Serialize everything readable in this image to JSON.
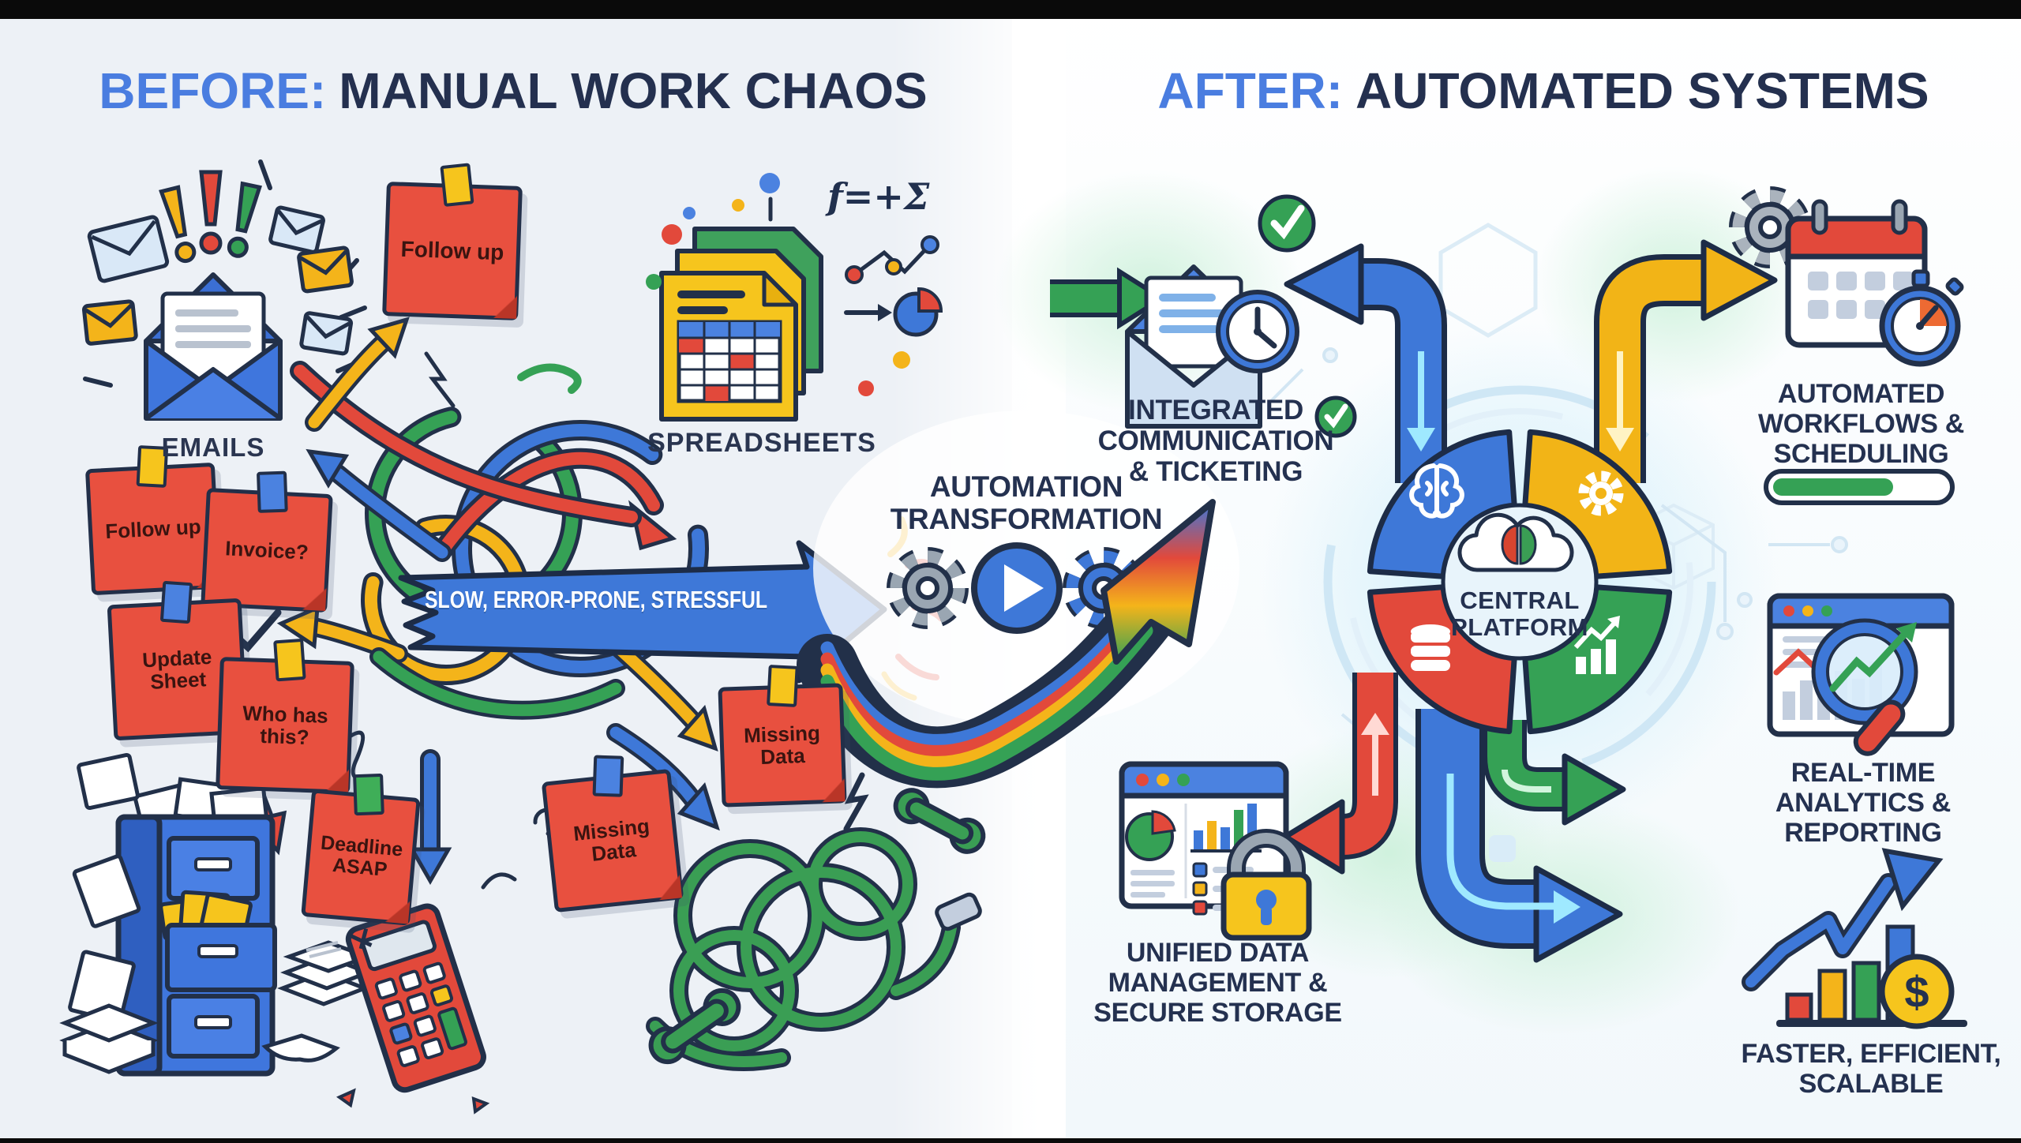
{
  "titles": {
    "before_prefix": "BEFORE:",
    "before_main": "MANUAL WORK CHAOS",
    "after_prefix": "AFTER:",
    "after_main": "AUTOMATED SYSTEMS"
  },
  "left": {
    "emails_label": "EMAILS",
    "spreadsheets_label": "SPREADSHEETS",
    "formula_text": "f=+Σ",
    "banner_text": "SLOW, ERROR-PRONE, STRESSFUL",
    "notes": {
      "follow_up_top": "Follow up",
      "follow_up": "Follow up",
      "invoice": "Invoice?",
      "update_sheet": "Update Sheet",
      "who_has_this": "Who has this?",
      "deadline": "Deadline ASAP",
      "missing_data_a": "Missing Data",
      "missing_data_b": "Missing Data"
    }
  },
  "middle": {
    "transformation_label": "AUTOMATION TRANSFORMATION"
  },
  "right": {
    "hub_label": "CENTRAL PLATFORM",
    "features": {
      "communication": "INTEGRATED COMMUNICATION & TICKETING",
      "workflows": "AUTOMATED WORKFLOWS & SCHEDULING",
      "analytics": "REAL-TIME ANALYTICS & REPORTING",
      "data": "UNIFIED DATA MANAGEMENT & SECURE STORAGE",
      "faster": "FASTER, EFFICIENT, SCALABLE"
    },
    "dollar_symbol": "$"
  },
  "icons": {
    "open-envelope-icon": "✉",
    "envelope-icon": "✉",
    "exclamation-icon": "!",
    "spreadsheet-stack-icon": "▦",
    "pie-chart-icon": "◔",
    "gear-icon": "⚙",
    "play-icon": "▶",
    "rainbow-arrow-icon": "➜",
    "clock-icon": "🕒",
    "check-icon": "✓",
    "calendar-icon": "▦",
    "stopwatch-icon": "⏱",
    "progress-bar-icon": "▬",
    "brain-icon": "🧠",
    "database-icon": "🗄",
    "bar-chart-icon": "📊",
    "cloud-brain-icon": "☁",
    "magnifier-icon": "🔍",
    "lock-icon": "🔒",
    "coin-icon": "$",
    "filing-cabinet-icon": "🗄",
    "calculator-icon": "🖩",
    "tangled-phone-icon": "📞"
  },
  "colors": {
    "blue": "#3e78d8",
    "red": "#e2493b",
    "yellow": "#f4b41a",
    "green": "#35a155",
    "navy": "#233150",
    "title_blue": "#4a7de0",
    "sticky_red": "#e8503f",
    "light_blue": "#cfe0f2",
    "bg_left": "#edf1f6"
  }
}
